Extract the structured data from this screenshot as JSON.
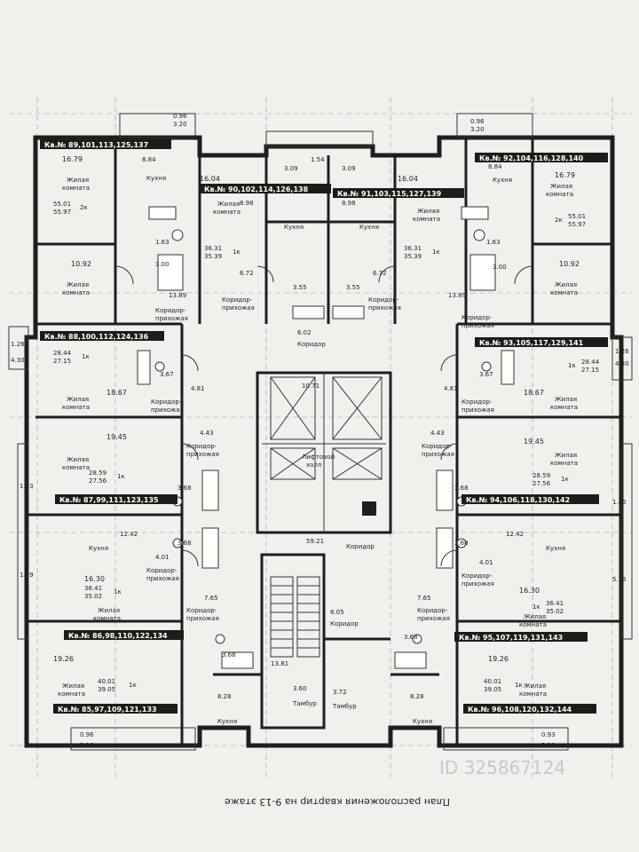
{
  "title": "План расположения квартир на 9-13 этаже",
  "watermark": "ID 325867124",
  "apartments": [
    {
      "label": "Кв.№ 89,101,113,125,137",
      "living": [
        "16.79",
        "10.92"
      ],
      "areas": [
        "55.01",
        "55.97"
      ],
      "rooms": "2к"
    },
    {
      "label": "Кв.№ 90,102,114,126,138",
      "living": [
        "16.04"
      ],
      "areas": [
        "36.31",
        "35.39"
      ],
      "rooms": "1к"
    },
    {
      "label": "Кв.№ 91,103,115,127,139",
      "living": [
        "16.04"
      ],
      "areas": [
        "36.31",
        "35.39"
      ],
      "rooms": "1к"
    },
    {
      "label": "Кв.№ 92,104,116,128,140",
      "living": [
        "16.79",
        "10.92"
      ],
      "areas": [
        "55.01",
        "55.97"
      ],
      "rooms": "2к"
    },
    {
      "label": "Кв.№ 88,100,112,124,136",
      "living": [
        "18.67"
      ],
      "areas": [
        "28.44",
        "27.15"
      ],
      "rooms": "1к"
    },
    {
      "label": "Кв.№ 93,105,117,129,141",
      "living": [
        "18.67"
      ],
      "areas": [
        "28.44",
        "27.15"
      ],
      "rooms": "1к"
    },
    {
      "label": "Кв.№ 87,99,111,123,135",
      "living": [
        "19.45"
      ],
      "areas": [
        "28.59",
        "27.56"
      ],
      "rooms": "1к"
    },
    {
      "label": "Кв.№ 94,106,118,130,142",
      "living": [
        "19.45"
      ],
      "areas": [
        "28.59",
        "27.56"
      ],
      "rooms": "1к"
    },
    {
      "label": "Кв.№ 86,98,110,122,134",
      "living": [
        "16.30"
      ],
      "areas": [
        "36.41",
        "35.02"
      ],
      "rooms": "1к"
    },
    {
      "label": "Кв.№ 95,107,119,131,143",
      "living": [
        "16.30"
      ],
      "areas": [
        "36.41",
        "35.02"
      ],
      "rooms": "1к"
    },
    {
      "label": "Кв.№ 85,97,109,121,133",
      "living": [
        "19.26"
      ],
      "areas": [
        "40.01",
        "39.05"
      ],
      "rooms": "1к"
    },
    {
      "label": "Кв.№ 96,108,120,132,144",
      "living": [
        "19.26"
      ],
      "areas": [
        "40.01",
        "39.05"
      ],
      "rooms": "1к"
    }
  ],
  "room_names": {
    "kitchen": "Кухня",
    "living_a": "Жилая",
    "living_b": "комната",
    "corridor": "Коридор",
    "hallway_a": "Коридор-",
    "hallway_b": "прихожая",
    "tambour": "Тамбур",
    "lift_hall_a": "Лифтовой",
    "lift_hall_b": "холл",
    "small_corridor": "Коридор"
  },
  "areas": {
    "kitchen_top": "8.84",
    "kitchen_top_mid": "8.98",
    "kitchen_mid": "12.42",
    "kitchen_bottom": "8.28",
    "bath_a": "3.00",
    "bath_b": "3.55",
    "bath_c": "3.67",
    "bath_d": "3.68",
    "wc": "1.63",
    "hall_a": "13.89",
    "hall_b": "6.72",
    "hall_c": "4.81",
    "hall_d": "4.43",
    "hall_e": "4.01",
    "hall_f": "7.65",
    "lift_hall": "10.71",
    "small_corridor": "6.02",
    "main_corridor": "59.21",
    "stair_corr": "8.05",
    "tambour_a": "13.81",
    "tambour_b": "3.60",
    "tambour_c": "3.72",
    "balcony_a": "3.20",
    "balcony_b": "0.96",
    "balcony_c": "3.09",
    "balcony_d": "1.54",
    "balcony_e": "1.26",
    "balcony_f": "1.03",
    "balcony_g": "1.59",
    "balcony_h": "3.10",
    "balcony_i": "0.93",
    "balcony_j": "4.30",
    "balcony_k": "1.45",
    "balcony_l": "5.15"
  }
}
